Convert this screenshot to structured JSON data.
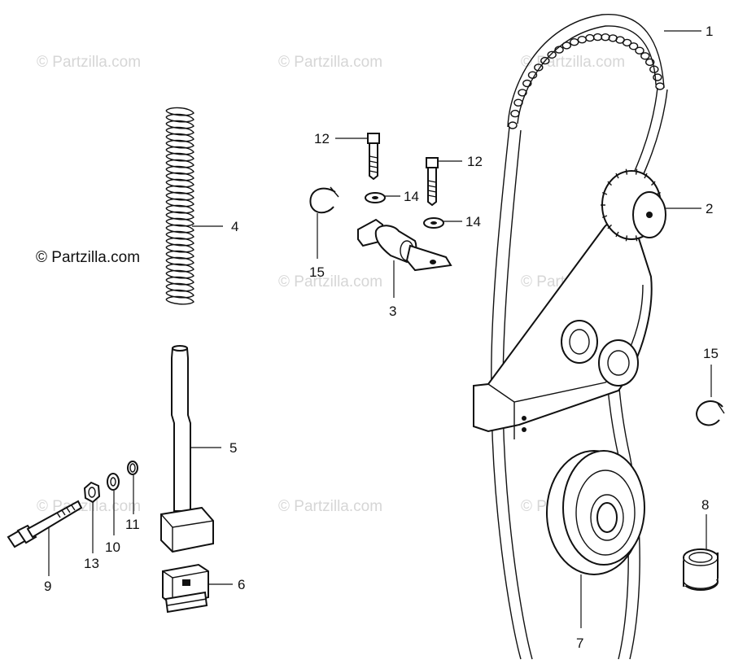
{
  "copyright": "© Partzilla.com",
  "watermark_text": "© Partzilla.com",
  "callouts": [
    {
      "id": "callout-1",
      "label": "1"
    },
    {
      "id": "callout-2",
      "label": "2"
    },
    {
      "id": "callout-3",
      "label": "3"
    },
    {
      "id": "callout-4",
      "label": "4"
    },
    {
      "id": "callout-5",
      "label": "5"
    },
    {
      "id": "callout-6",
      "label": "6"
    },
    {
      "id": "callout-7",
      "label": "7"
    },
    {
      "id": "callout-8",
      "label": "8"
    },
    {
      "id": "callout-9",
      "label": "9"
    },
    {
      "id": "callout-10",
      "label": "10"
    },
    {
      "id": "callout-11",
      "label": "11"
    },
    {
      "id": "callout-12a",
      "label": "12"
    },
    {
      "id": "callout-12b",
      "label": "12"
    },
    {
      "id": "callout-13",
      "label": "13"
    },
    {
      "id": "callout-14a",
      "label": "14"
    },
    {
      "id": "callout-14b",
      "label": "14"
    },
    {
      "id": "callout-15a",
      "label": "15"
    },
    {
      "id": "callout-15b",
      "label": "15"
    }
  ],
  "colors": {
    "ink": "#111111",
    "watermark": "#d6d6d6",
    "background": "#ffffff"
  }
}
